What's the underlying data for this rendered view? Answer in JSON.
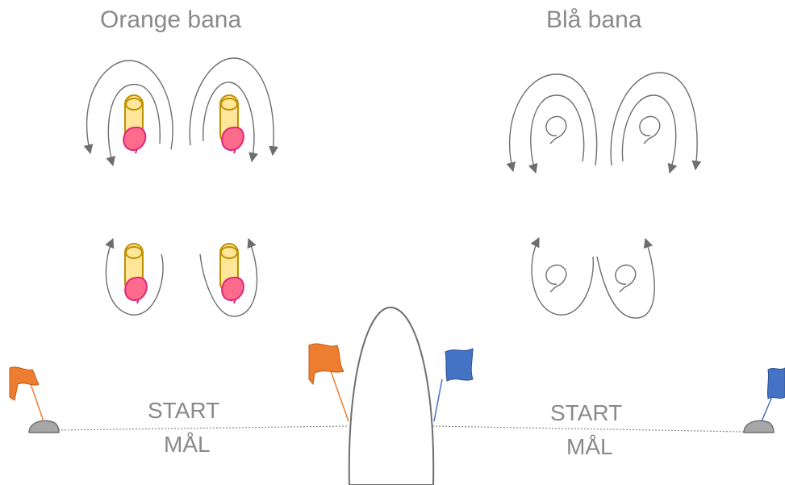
{
  "courses": {
    "orange": {
      "title": "Orange bana",
      "flag_color": "#ed7d31"
    },
    "blue": {
      "title": "Blå bana",
      "flag_color": "#4472c4"
    }
  },
  "line_labels": {
    "left": {
      "start": "START",
      "finish": "MÅL"
    },
    "right": {
      "start": "START",
      "finish": "MÅL"
    }
  },
  "colors": {
    "text": "#8a8a8a",
    "arrow": "#6e6e6e",
    "pin_fill": "#ffe699",
    "pin_stroke": "#bf9000",
    "balloon_fill": "#ff6b8a",
    "balloon_stroke": "#e0267a",
    "buoy": "#a6a6a6"
  }
}
